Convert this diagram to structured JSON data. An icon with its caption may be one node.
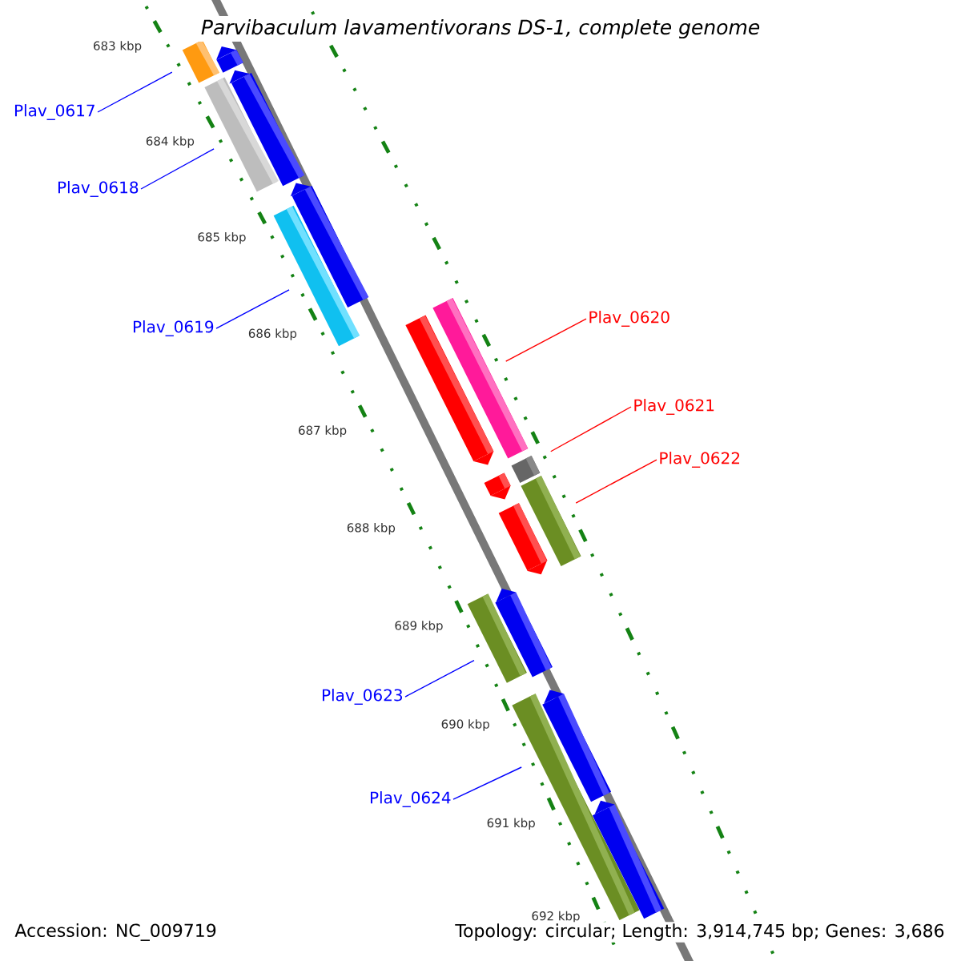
{
  "diagram": {
    "title": "Parvibaculum lavamentivorans DS-1, complete genome",
    "nodes": [
      {
        "text": [
          "Plav_0617"
        ]
      },
      {
        "text": [
          "Plav_0618"
        ]
      },
      {
        "text": [
          "Plav_0619"
        ]
      },
      {
        "text": [
          "Plav_0620"
        ]
      },
      {
        "text": [
          "Plav_0621"
        ]
      },
      {
        "text": [
          "Plav_0622"
        ]
      },
      {
        "text": [
          "Plav_0623"
        ]
      },
      {
        "text": [
          "Plav_0624"
        ]
      },
      {
        "text": [],
        "shape": "bar"
      },
      {
        "text": [],
        "shape": "bar"
      },
      {
        "text": [],
        "shape": "bar"
      },
      {
        "text": [],
        "shape": "bar"
      },
      {
        "text": [],
        "shape": "bar"
      },
      {
        "text": [],
        "shape": "bar"
      },
      {
        "text": [],
        "shape": "bar"
      },
      {
        "text": [],
        "shape": "bar"
      },
      {
        "text": [],
        "shape": "bar"
      },
      {
        "text": [],
        "shape": "bar"
      },
      {
        "text": [],
        "shape": "bar"
      },
      {
        "text": [],
        "shape": "bar"
      },
      {
        "text": [],
        "shape": "bar"
      },
      {
        "text": [],
        "shape": "bar"
      },
      {
        "text": [],
        "shape": "bar"
      },
      {
        "text": [],
        "shape": "bar"
      },
      {
        "text": [],
        "shape": "bar"
      }
    ],
    "edges": [
      {
        "from": 0,
        "to": 8,
        "arrow": "none"
      },
      {
        "from": 1,
        "to": 9,
        "arrow": "none"
      },
      {
        "from": 2,
        "to": 10,
        "arrow": "none"
      },
      {
        "from": 3,
        "to": 11,
        "arrow": "none",
        "color": "#ff0000"
      },
      {
        "from": 4,
        "to": 12,
        "arrow": "none",
        "color": "#ff0000"
      },
      {
        "from": 5,
        "to": 13,
        "arrow": "none",
        "color": "#ff0000"
      },
      {
        "from": 6,
        "to": 14,
        "arrow": "none"
      },
      {
        "from": 7,
        "to": 15,
        "arrow": "none"
      }
    ],
    "labels": [
      "683 kbp",
      "684 kbp",
      "685 kbp",
      "686 kbp",
      "687 kbp",
      "688 kbp",
      "689 kbp",
      "690 kbp",
      "691 kbp",
      "692 kbp",
      "Accession: NC_009719",
      "Topology: circular; Length: 3,914,745 bp; Genes: 3,686"
    ]
  }
}
